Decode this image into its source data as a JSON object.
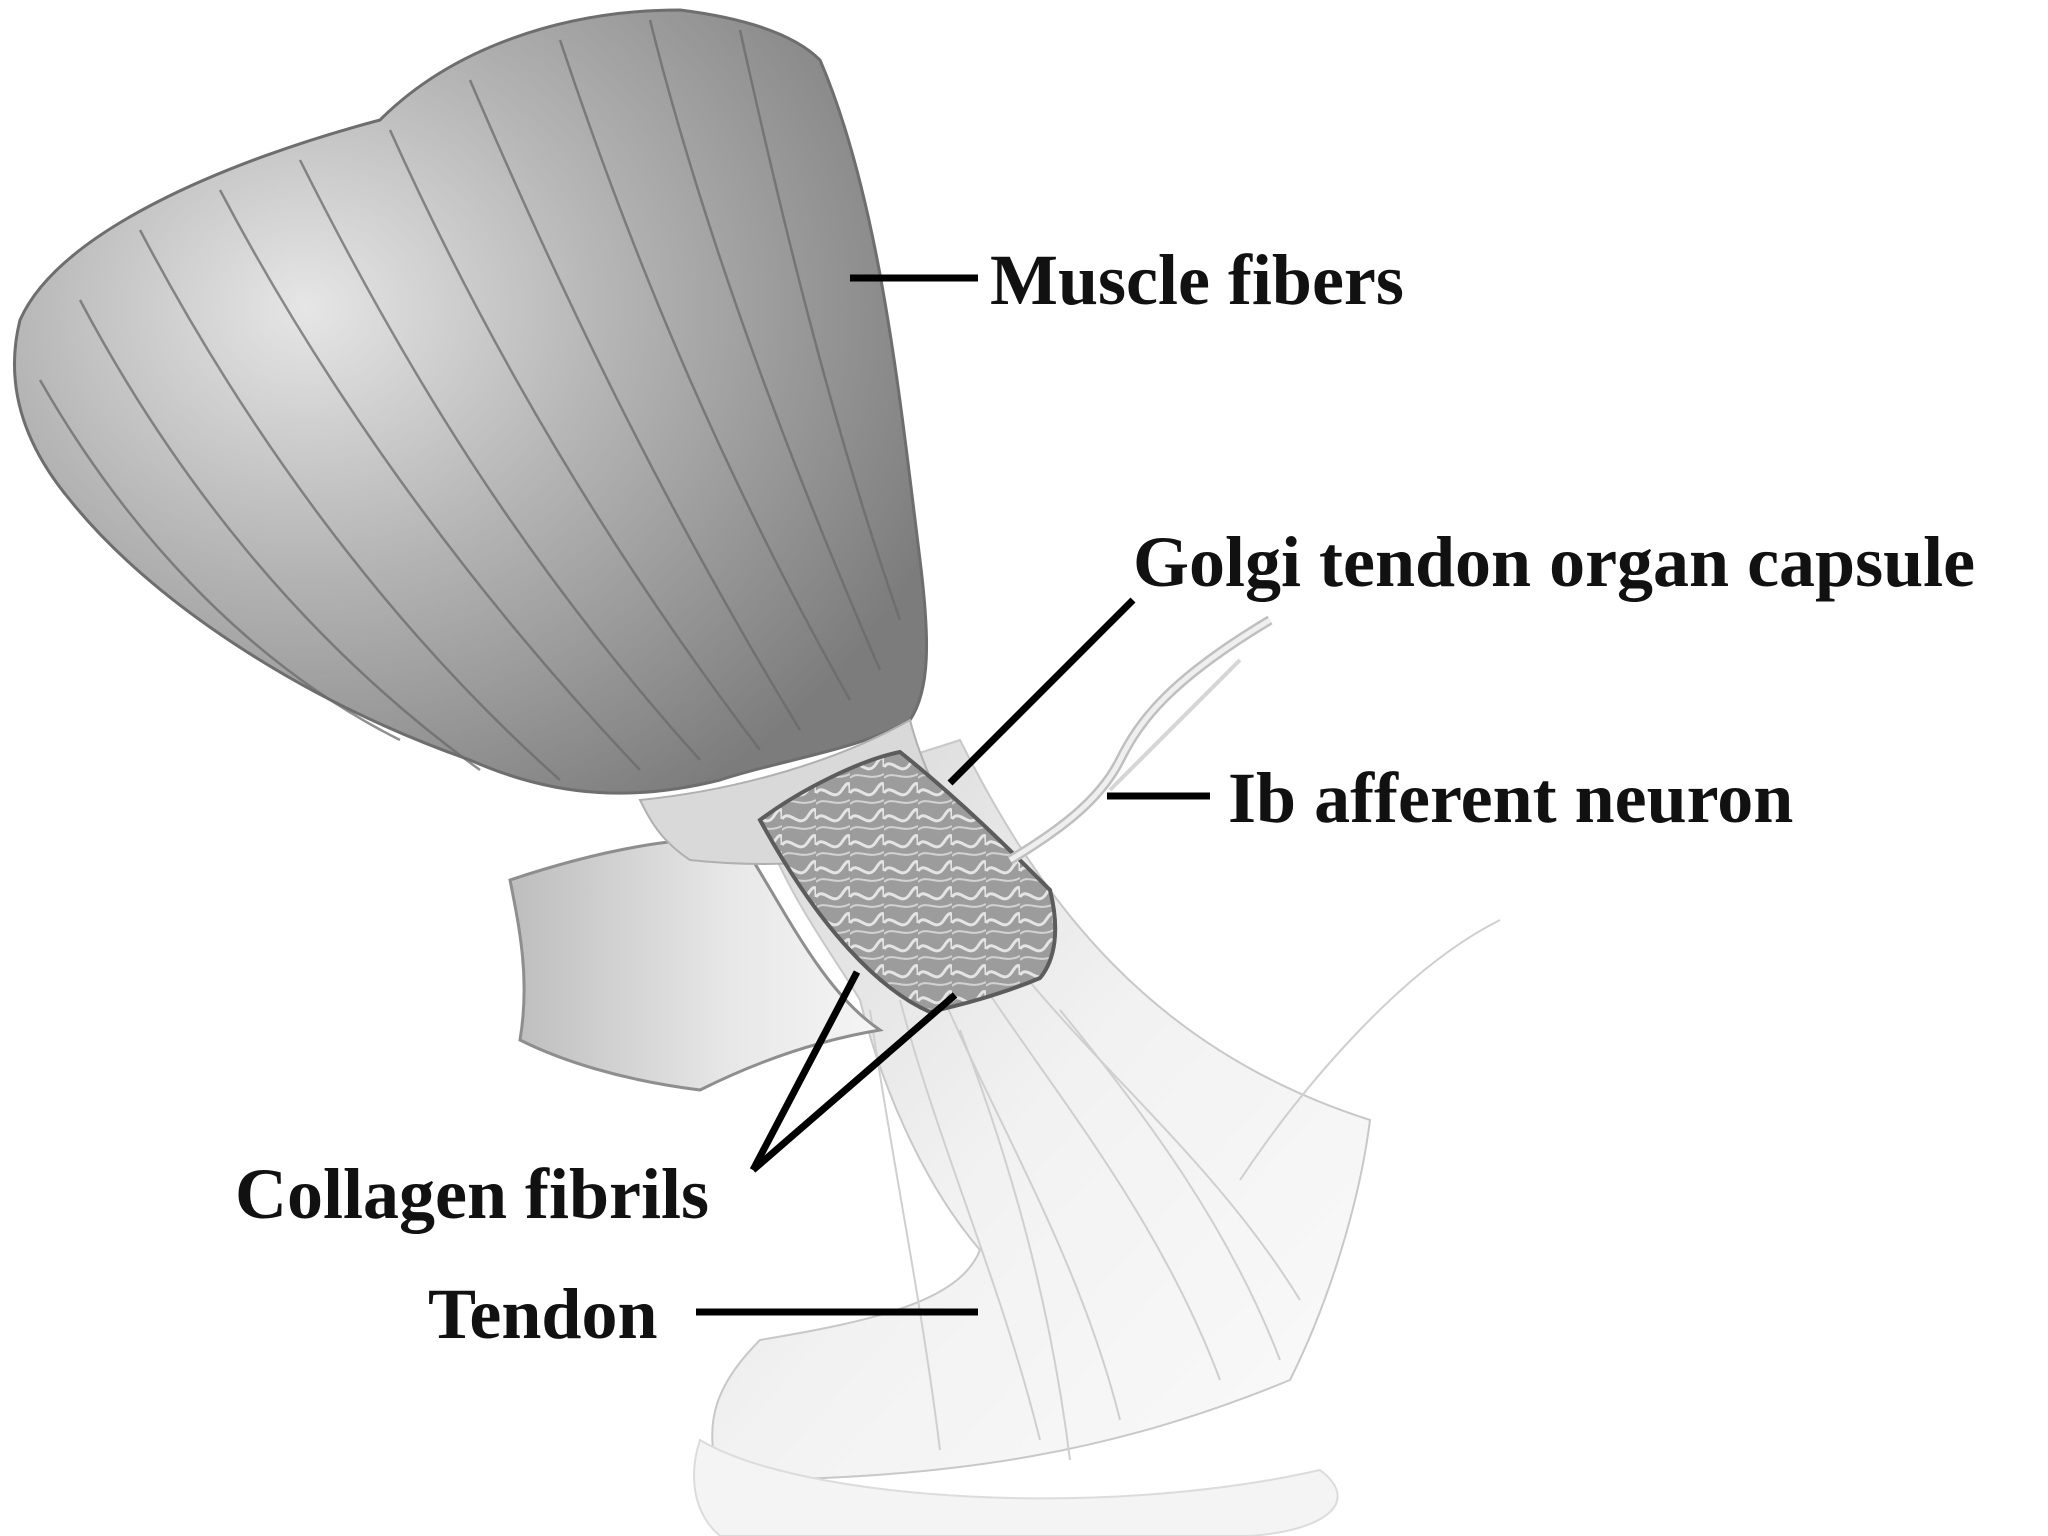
{
  "labels": {
    "muscle_fibers": "Muscle fibers",
    "capsule": "Golgi tendon organ capsule",
    "afferent": "Ib afferent neuron",
    "collagen": "Collagen fibrils",
    "tendon": "Tendon"
  },
  "colors": {
    "muscle_light": "#d8d8d8",
    "muscle_dark": "#8c8c8c",
    "tendon": "#eeeeee",
    "capsule": "#9a9a9a",
    "leader": "#000000",
    "text": "#111111"
  }
}
